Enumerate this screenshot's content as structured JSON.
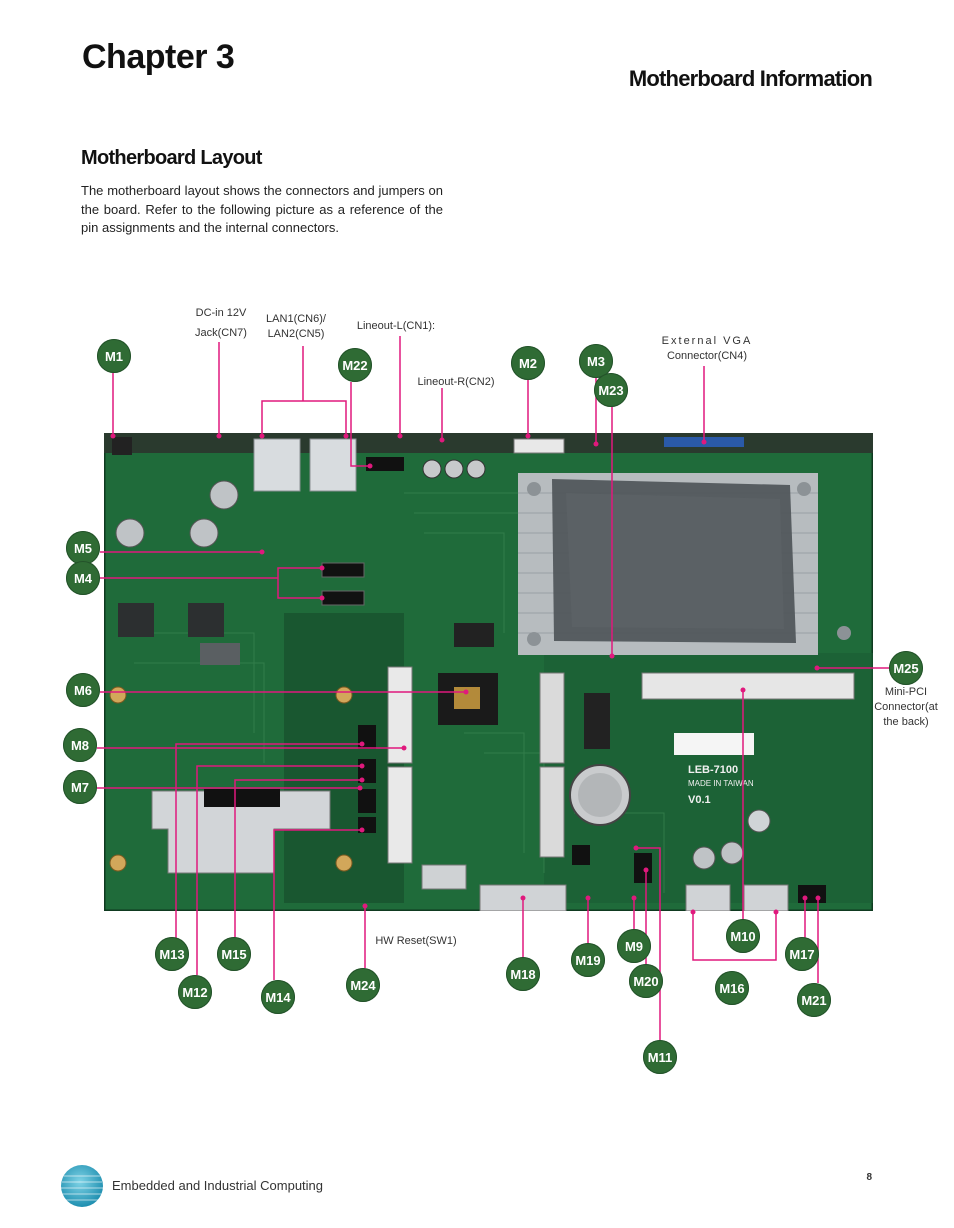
{
  "header": {
    "chapter": "Chapter 3",
    "section": "Motherboard Information"
  },
  "content": {
    "subtitle": "Motherboard Layout",
    "intro": "The motherboard layout shows the connectors and jumpers on the board. Refer to the following picture as a reference of the pin assignments and the internal connectors."
  },
  "labels": {
    "dcin_line1": "DC-in 12V",
    "dcin_line2": "Jack(CN7)",
    "lan_line1": "LAN1(CN6)/",
    "lan_line2": "LAN2(CN5)",
    "lineout_l": "Lineout-L(CN1):",
    "lineout_r": "Lineout-R(CN2)",
    "vga_line1": "External VGA",
    "vga_line2": "Connector(CN4)",
    "minipci_line1": "Mini-PCI",
    "minipci_line2": "Connector(at",
    "minipci_line3": "the back)",
    "hw_reset": "HW Reset(SW1)"
  },
  "board": {
    "silk_model": "LEB-7100",
    "silk_origin": "MADE IN TAIWAN",
    "silk_version": "V0.1",
    "colors": {
      "pcb": "#1f6b3a",
      "pcb_dark": "#174f2c",
      "heatsink": "#bfc3c6",
      "marker": "#2f6b34",
      "leader": "#e0197d"
    }
  },
  "markers": {
    "m1": "M1",
    "m2": "M2",
    "m3": "M3",
    "m4": "M4",
    "m5": "M5",
    "m6": "M6",
    "m7": "M7",
    "m8": "M8",
    "m9": "M9",
    "m10": "M10",
    "m11": "M11",
    "m12": "M12",
    "m13": "M13",
    "m14": "M14",
    "m15": "M15",
    "m16": "M16",
    "m17": "M17",
    "m18": "M18",
    "m19": "M19",
    "m20": "M20",
    "m21": "M21",
    "m22": "M22",
    "m23": "M23",
    "m24": "M24",
    "m25": "M25"
  },
  "footer": {
    "text": "Embedded and Industrial Computing",
    "page": "8"
  }
}
